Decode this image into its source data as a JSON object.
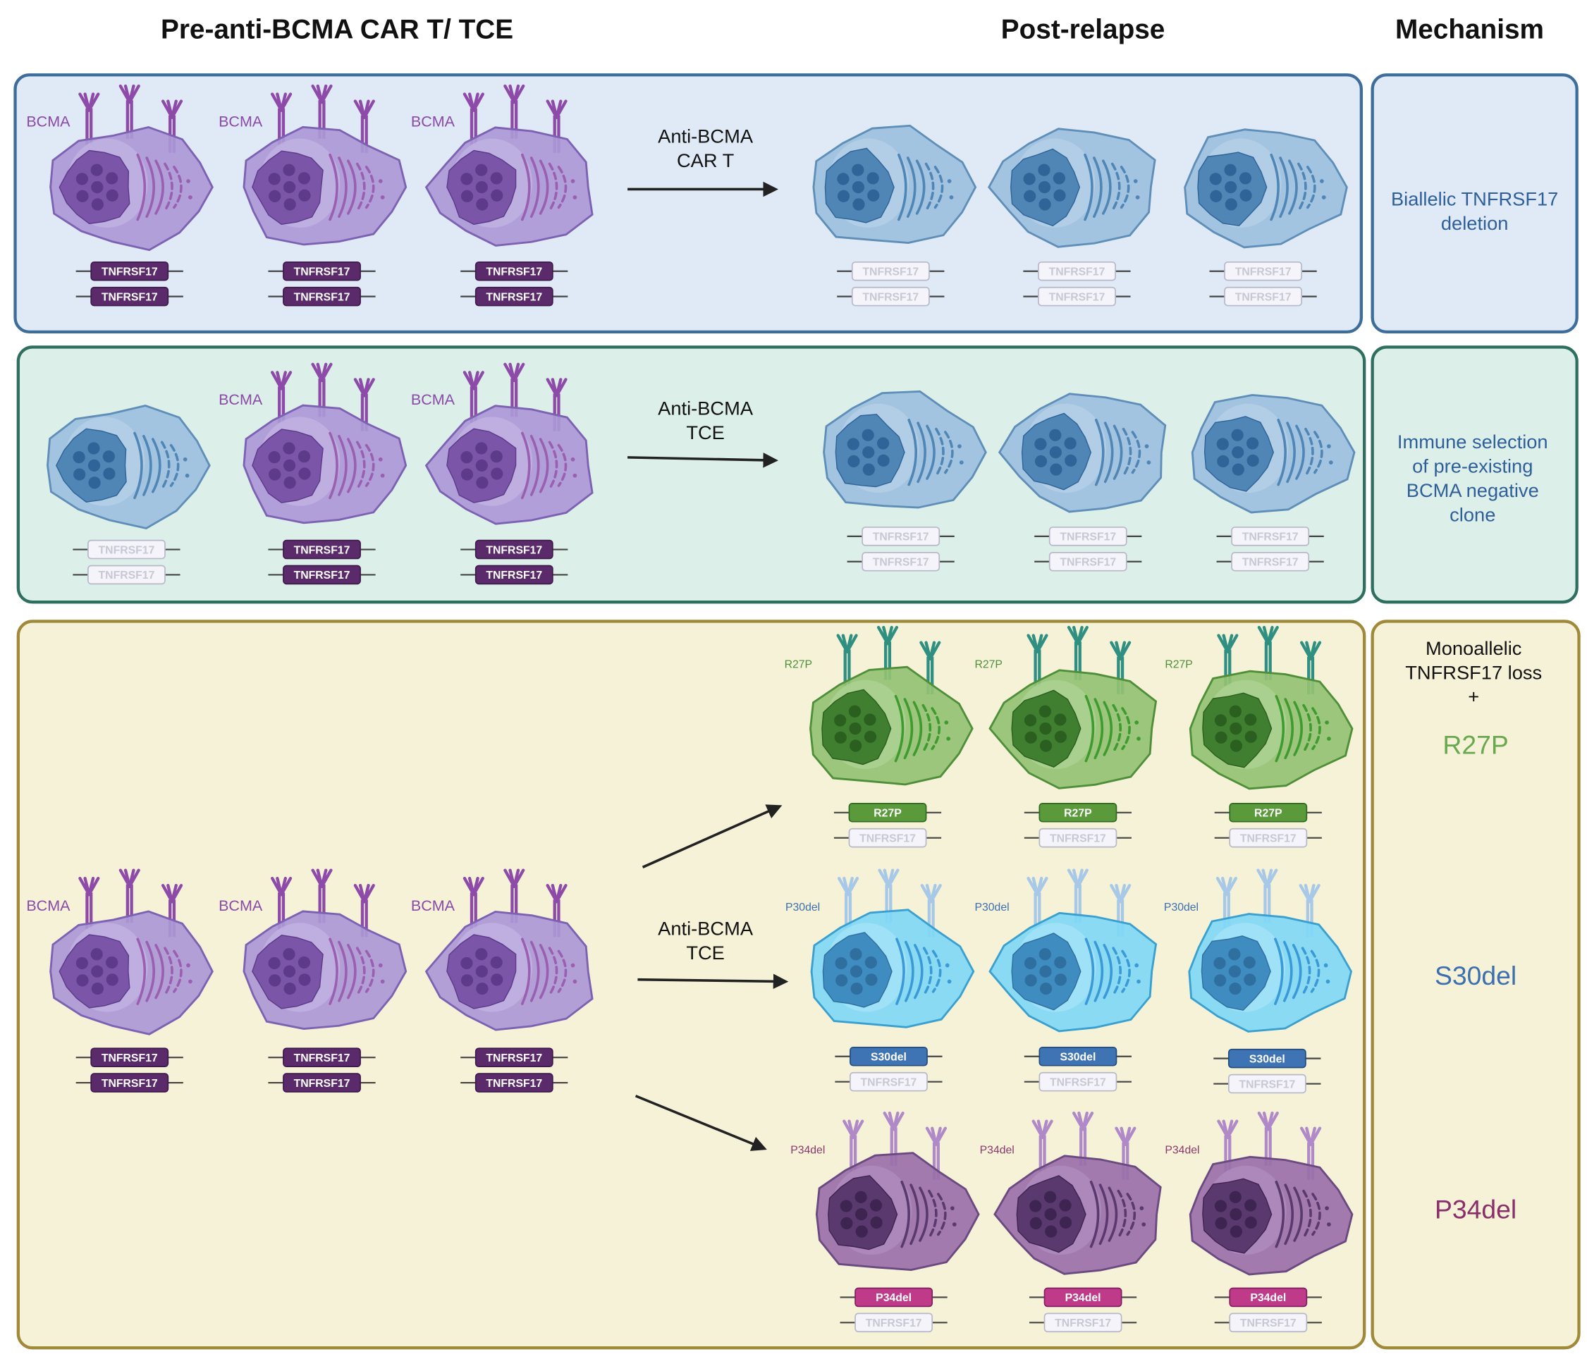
{
  "headers": {
    "pre": "Pre-anti-BCMA CAR T/ TCE",
    "post": "Post-relapse",
    "mechanism": "Mechanism"
  },
  "colors": {
    "allele_wildtype": "#5a2a6a",
    "allele_lost": "#f4f4fa",
    "allele_R27P": "#5a9a3a",
    "allele_S30del": "#3f74b4",
    "allele_P34del": "#c03a8a",
    "panel1_bg": "#dfeaf6",
    "panel2_bg": "#dcefe9",
    "panel3_bg": "#f5f2d8"
  },
  "panels": [
    {
      "arrows": [
        {
          "lines": [
            "Anti-BCMA",
            "CAR T"
          ]
        }
      ],
      "mechanism": {
        "lines": [
          "Biallelic TNFRSF17",
          "deletion"
        ]
      },
      "pre_cells": [
        {
          "scheme": "purple",
          "receptor_label": "BCMA",
          "alleles": [
            {
              "label": "TNFRSF17",
              "state": "wildtype"
            },
            {
              "label": "TNFRSF17",
              "state": "wildtype"
            }
          ]
        },
        {
          "scheme": "purple",
          "receptor_label": "BCMA",
          "alleles": [
            {
              "label": "TNFRSF17",
              "state": "wildtype"
            },
            {
              "label": "TNFRSF17",
              "state": "wildtype"
            }
          ]
        },
        {
          "scheme": "purple",
          "receptor_label": "BCMA",
          "alleles": [
            {
              "label": "TNFRSF17",
              "state": "wildtype"
            },
            {
              "label": "TNFRSF17",
              "state": "wildtype"
            }
          ]
        }
      ],
      "post_cells": [
        {
          "scheme": "blue",
          "receptor_label": "",
          "alleles": [
            {
              "label": "TNFRSF17",
              "state": "lost"
            },
            {
              "label": "TNFRSF17",
              "state": "lost"
            }
          ]
        },
        {
          "scheme": "blue",
          "receptor_label": "",
          "alleles": [
            {
              "label": "TNFRSF17",
              "state": "lost"
            },
            {
              "label": "TNFRSF17",
              "state": "lost"
            }
          ]
        },
        {
          "scheme": "blue",
          "receptor_label": "",
          "alleles": [
            {
              "label": "TNFRSF17",
              "state": "lost"
            },
            {
              "label": "TNFRSF17",
              "state": "lost"
            }
          ]
        }
      ]
    },
    {
      "arrows": [
        {
          "lines": [
            "Anti-BCMA",
            "TCE"
          ]
        }
      ],
      "mechanism": {
        "lines": [
          "Immune selection",
          "of pre-existing",
          "BCMA negative",
          "clone"
        ]
      },
      "pre_cells": [
        {
          "scheme": "blue",
          "receptor_label": "",
          "alleles": [
            {
              "label": "TNFRSF17",
              "state": "lost"
            },
            {
              "label": "TNFRSF17",
              "state": "lost"
            }
          ]
        },
        {
          "scheme": "purple",
          "receptor_label": "BCMA",
          "alleles": [
            {
              "label": "TNFRSF17",
              "state": "wildtype"
            },
            {
              "label": "TNFRSF17",
              "state": "wildtype"
            }
          ]
        },
        {
          "scheme": "purple",
          "receptor_label": "BCMA",
          "alleles": [
            {
              "label": "TNFRSF17",
              "state": "wildtype"
            },
            {
              "label": "TNFRSF17",
              "state": "wildtype"
            }
          ]
        }
      ],
      "post_cells": [
        {
          "scheme": "blue",
          "receptor_label": "",
          "alleles": [
            {
              "label": "TNFRSF17",
              "state": "lost"
            },
            {
              "label": "TNFRSF17",
              "state": "lost"
            }
          ]
        },
        {
          "scheme": "blue",
          "receptor_label": "",
          "alleles": [
            {
              "label": "TNFRSF17",
              "state": "lost"
            },
            {
              "label": "TNFRSF17",
              "state": "lost"
            }
          ]
        },
        {
          "scheme": "blue",
          "receptor_label": "",
          "alleles": [
            {
              "label": "TNFRSF17",
              "state": "lost"
            },
            {
              "label": "TNFRSF17",
              "state": "lost"
            }
          ]
        }
      ]
    },
    {
      "arrows": [
        {
          "lines": [
            "Anti-BCMA",
            "TCE"
          ]
        }
      ],
      "mechanism": {
        "lines": [
          "Monoallelic",
          "TNFRSF17 loss",
          "+"
        ],
        "variants": [
          {
            "label": "R27P",
            "color": "#6aa84f"
          },
          {
            "label": "S30del",
            "color": "#3d6fb0"
          },
          {
            "label": "P34del",
            "color": "#8a2f6a"
          }
        ]
      },
      "pre_cells": [
        {
          "scheme": "purple",
          "receptor_label": "BCMA",
          "alleles": [
            {
              "label": "TNFRSF17",
              "state": "wildtype"
            },
            {
              "label": "TNFRSF17",
              "state": "wildtype"
            }
          ]
        },
        {
          "scheme": "purple",
          "receptor_label": "BCMA",
          "alleles": [
            {
              "label": "TNFRSF17",
              "state": "wildtype"
            },
            {
              "label": "TNFRSF17",
              "state": "wildtype"
            }
          ]
        },
        {
          "scheme": "purple",
          "receptor_label": "BCMA",
          "alleles": [
            {
              "label": "TNFRSF17",
              "state": "wildtype"
            },
            {
              "label": "TNFRSF17",
              "state": "wildtype"
            }
          ]
        }
      ],
      "post_cells": [
        {
          "scheme": "green",
          "receptor_label": "R27P",
          "alleles": [
            {
              "label": "R27P",
              "state": "R27P"
            },
            {
              "label": "TNFRSF17",
              "state": "lost"
            }
          ]
        },
        {
          "scheme": "green",
          "receptor_label": "R27P",
          "alleles": [
            {
              "label": "R27P",
              "state": "R27P"
            },
            {
              "label": "TNFRSF17",
              "state": "lost"
            }
          ]
        },
        {
          "scheme": "green",
          "receptor_label": "R27P",
          "alleles": [
            {
              "label": "R27P",
              "state": "R27P"
            },
            {
              "label": "TNFRSF17",
              "state": "lost"
            }
          ]
        },
        {
          "scheme": "cyan",
          "receptor_label": "P30del",
          "alleles": [
            {
              "label": "S30del",
              "state": "S30del"
            },
            {
              "label": "TNFRSF17",
              "state": "lost"
            }
          ]
        },
        {
          "scheme": "cyan",
          "receptor_label": "P30del",
          "alleles": [
            {
              "label": "S30del",
              "state": "S30del"
            },
            {
              "label": "TNFRSF17",
              "state": "lost"
            }
          ]
        },
        {
          "scheme": "cyan",
          "receptor_label": "P30del",
          "alleles": [
            {
              "label": "S30del",
              "state": "S30del"
            },
            {
              "label": "TNFRSF17",
              "state": "lost"
            }
          ]
        },
        {
          "scheme": "darkpurple",
          "receptor_label": "P34del",
          "alleles": [
            {
              "label": "P34del",
              "state": "P34del"
            },
            {
              "label": "TNFRSF17",
              "state": "lost"
            }
          ]
        },
        {
          "scheme": "darkpurple",
          "receptor_label": "P34del",
          "alleles": [
            {
              "label": "P34del",
              "state": "P34del"
            },
            {
              "label": "TNFRSF17",
              "state": "lost"
            }
          ]
        },
        {
          "scheme": "darkpurple",
          "receptor_label": "P34del",
          "alleles": [
            {
              "label": "P34del",
              "state": "P34del"
            },
            {
              "label": "TNFRSF17",
              "state": "lost"
            }
          ]
        }
      ]
    }
  ]
}
